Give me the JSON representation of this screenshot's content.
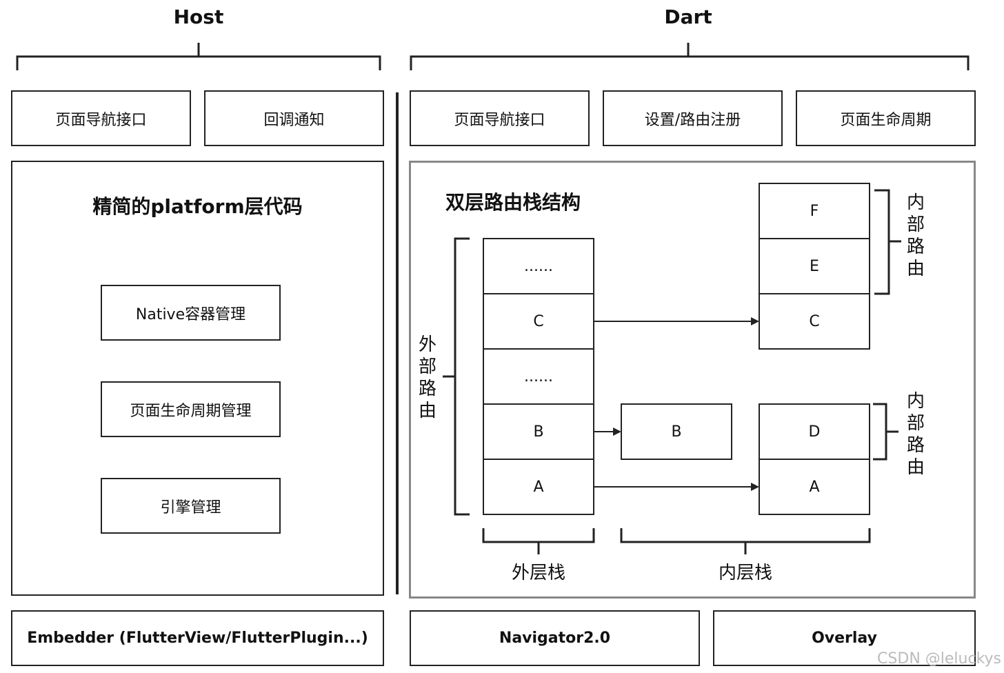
{
  "host": {
    "heading": "Host",
    "top_boxes": [
      "页面导航接口",
      "回调通知"
    ],
    "main": {
      "title": "精简的platform层代码",
      "items": [
        "Native容器管理",
        "页面生命周期管理",
        "引擎管理"
      ]
    },
    "bottom": "Embedder (FlutterView/FlutterPlugin...)"
  },
  "dart": {
    "heading": "Dart",
    "top_boxes": [
      "页面导航接口",
      "设置/路由注册",
      "页面生命周期"
    ],
    "main": {
      "title": "双层路由栈结构",
      "outer_stack": [
        "......",
        "C",
        "......",
        "B",
        "A"
      ],
      "inner_stack_top": [
        "F",
        "E",
        "C"
      ],
      "inner_single": "B",
      "inner_stack_bottom": [
        "D",
        "A"
      ],
      "outer_route_label": "外部路由",
      "inner_route_label_top": "内部路由",
      "inner_route_label_bottom": "内部路由",
      "outer_stack_label": "外层栈",
      "inner_stack_label": "内层栈"
    },
    "bottom": [
      "Navigator2.0",
      "Overlay"
    ]
  },
  "watermark": "CSDN @leluckys"
}
